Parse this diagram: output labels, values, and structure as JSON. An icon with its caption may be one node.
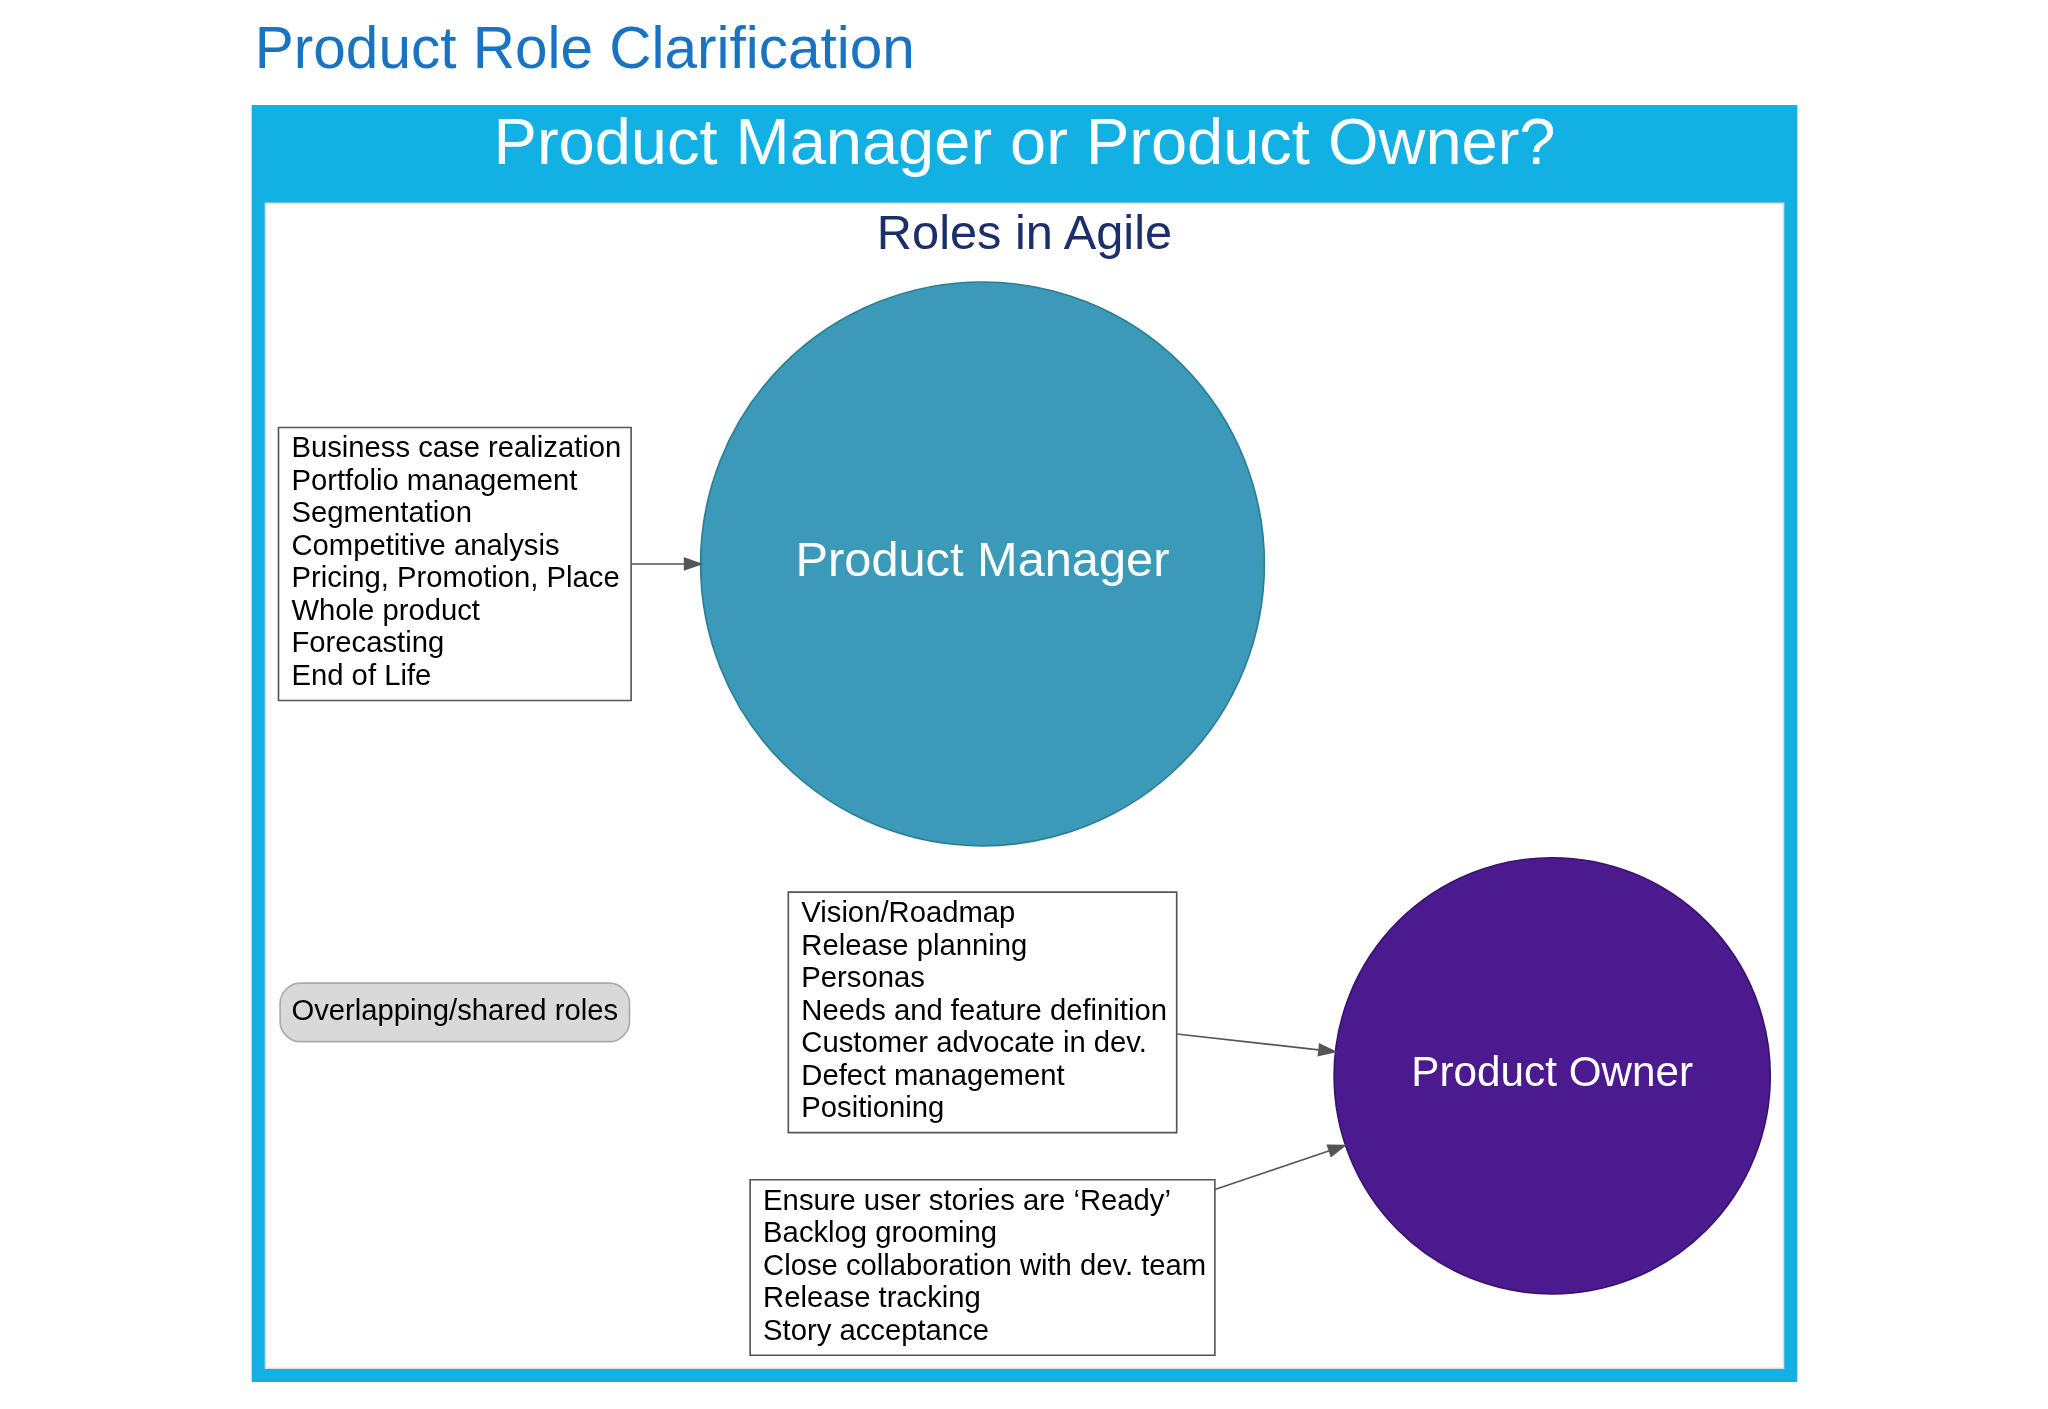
{
  "diagram": {
    "title": "Product Role Clarification",
    "nodes": [
      {
        "text": [
          "Product Manager or Product Owner?"
        ]
      },
      {
        "text": [
          "Roles in Agile"
        ],
        "in": 0
      },
      {
        "text": [
          "Business case realization",
          "Portfolio management",
          "Segmentation",
          "Competitive analysis",
          "Pricing, Promotion, Place",
          "Whole product",
          "Forecasting",
          "End of Life"
        ],
        "in": 1
      },
      {
        "text": [
          "Product Manager"
        ],
        "in": 1
      },
      {
        "text": [
          "Product Owner"
        ],
        "in": 1
      },
      {
        "text": [
          "Overlapping/shared roles"
        ],
        "in": 1
      },
      {
        "text": [
          "Vision/Roadmap",
          "Release planning",
          "Personas",
          "Needs and feature definition",
          "Customer advocate in dev.",
          "Defect management",
          "Positioning"
        ],
        "in": 1
      },
      {
        "text": [
          "Ensure user stories are ‘Ready’",
          "Backlog grooming",
          "Close collaboration with dev. team",
          "Release tracking",
          "Story acceptance"
        ],
        "in": 1
      }
    ],
    "edges": [
      {
        "from": 2,
        "to": 3,
        "arrow": "to"
      },
      {
        "from": 6,
        "to": 4,
        "arrow": "to"
      },
      {
        "from": 7,
        "to": 4,
        "arrow": "to"
      }
    ]
  }
}
